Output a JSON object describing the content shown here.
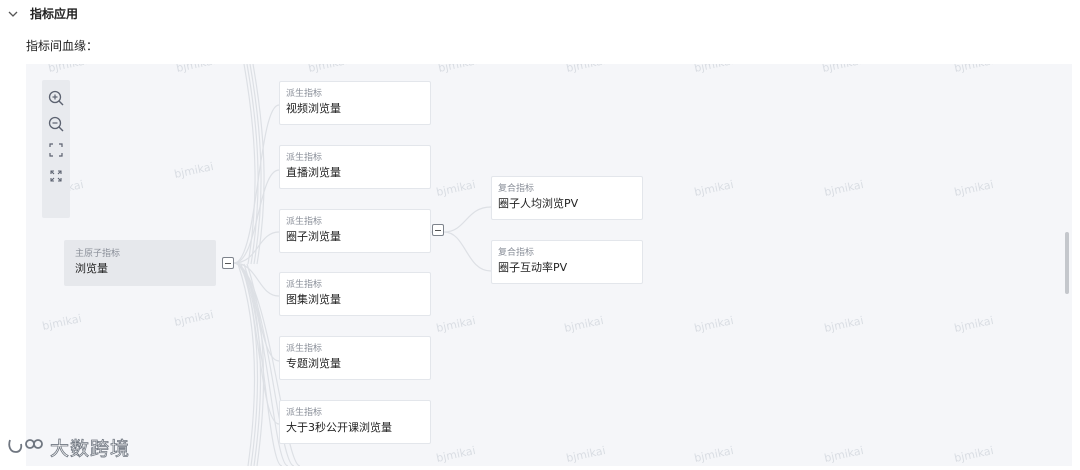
{
  "section": {
    "title": "指标应用"
  },
  "lineage_label": "指标间血缘：",
  "watermark_text": "bjmikai",
  "root_node": {
    "type": "主原子指标",
    "name": "浏览量"
  },
  "derived_nodes": [
    {
      "type": "派生指标",
      "name": "视频浏览量"
    },
    {
      "type": "派生指标",
      "name": "直播浏览量"
    },
    {
      "type": "派生指标",
      "name": "圈子浏览量"
    },
    {
      "type": "派生指标",
      "name": "图集浏览量"
    },
    {
      "type": "派生指标",
      "name": "专题浏览量"
    },
    {
      "type": "派生指标",
      "name": "大于3秒公开课浏览量"
    }
  ],
  "composite_nodes": [
    {
      "type": "复合指标",
      "name": "圈子人均浏览PV"
    },
    {
      "type": "复合指标",
      "name": "圈子互动率PV"
    }
  ],
  "toolbar": [
    "zoom-in-icon",
    "zoom-out-icon",
    "fit-screen-icon",
    "fullscreen-icon"
  ],
  "brand": {
    "text": "大数跨境"
  },
  "colors": {
    "canvas_bg": "#f5f6f9",
    "link": "#dfe2e7",
    "root_bg": "#e6e8ec"
  }
}
